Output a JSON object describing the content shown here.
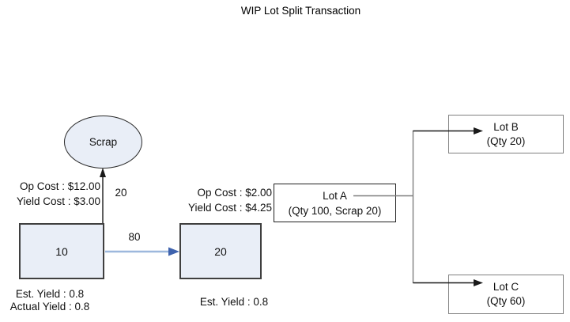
{
  "title": "WIP Lot Split Transaction",
  "colors": {
    "node_fill": "#e9eef7",
    "node_border": "#3f3f3f",
    "black_line": "#1a1a1a",
    "blue_line": "#9db8dd",
    "blue_arrow_head": "#3f63ae",
    "gray_line": "#7f7f7f",
    "lot_bc_border": "#808080"
  },
  "nodes": {
    "scrap": {
      "label": "Scrap"
    },
    "op10": {
      "label": "10"
    },
    "op20": {
      "label": "20"
    },
    "lot_a": {
      "name": "Lot A",
      "qty": "(Qty 100, Scrap 20)"
    },
    "lot_b": {
      "name": "Lot B",
      "qty": "(Qty 20)"
    },
    "lot_c": {
      "name": "Lot C",
      "qty": "(Qty 60)"
    }
  },
  "annotations": {
    "op10_op_cost": "Op Cost : $12.00",
    "op10_yield_cost": "Yield Cost : $3.00",
    "op10_est_yield": "Est. Yield : 0.8",
    "op10_actual_yield": "Actual Yield : 0.8",
    "op20_op_cost": "Op Cost : $2.00",
    "op20_yield_cost": "Yield Cost : $4.25",
    "op20_est_yield": "Est. Yield : 0.8"
  },
  "edges": {
    "scrap_qty": "20",
    "transfer_qty": "80"
  }
}
